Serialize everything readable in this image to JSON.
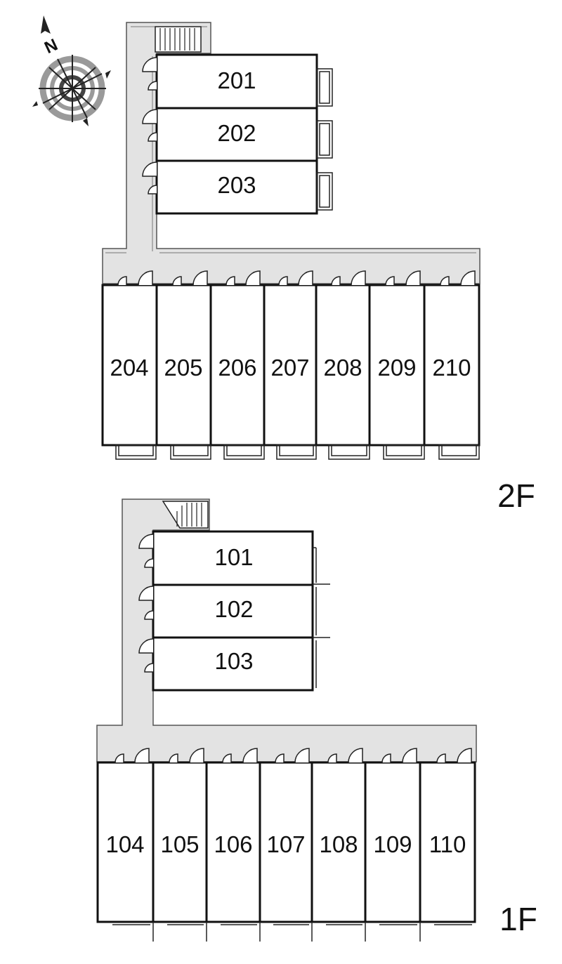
{
  "floors": [
    {
      "label": "2F",
      "units": [
        {
          "number": "201"
        },
        {
          "number": "202"
        },
        {
          "number": "203"
        },
        {
          "number": "204"
        },
        {
          "number": "205"
        },
        {
          "number": "206"
        },
        {
          "number": "207"
        },
        {
          "number": "208"
        },
        {
          "number": "209"
        },
        {
          "number": "210"
        }
      ]
    },
    {
      "label": "1F",
      "units": [
        {
          "number": "101"
        },
        {
          "number": "102"
        },
        {
          "number": "103"
        },
        {
          "number": "104"
        },
        {
          "number": "105"
        },
        {
          "number": "106"
        },
        {
          "number": "107"
        },
        {
          "number": "108"
        },
        {
          "number": "109"
        },
        {
          "number": "110"
        }
      ]
    }
  ],
  "compass": {
    "icon": "compass-icon",
    "north_letter": "N"
  },
  "colors": {
    "corridor": "#e3e3e3",
    "wall": "#111111",
    "compass_gray": "#9a9a9a"
  }
}
